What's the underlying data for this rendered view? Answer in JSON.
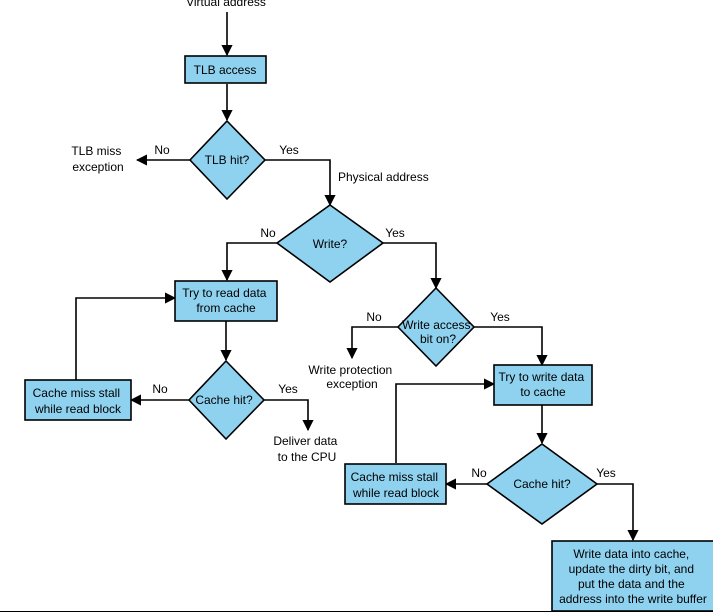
{
  "labels": {
    "virtual_address": "Virtual address",
    "tlb_access": "TLB access",
    "tlb_hit": "TLB hit?",
    "tlb_miss": [
      "TLB miss",
      "exception"
    ],
    "physical_address": "Physical address",
    "write_q": "Write?",
    "read_data": [
      "Try to read data",
      "from cache"
    ],
    "cache_hit_read": "Cache hit?",
    "stall_read": [
      "Cache miss stall",
      "while read block"
    ],
    "deliver": [
      "Deliver data",
      "to the CPU"
    ],
    "write_access": [
      "Write access",
      "bit on?"
    ],
    "write_protection": [
      "Write protection",
      "exception"
    ],
    "write_data": [
      "Try to write data",
      "to cache"
    ],
    "cache_hit_write": "Cache hit?",
    "stall_write": [
      "Cache miss stall",
      "while read block"
    ],
    "write_into": [
      "Write data into cache,",
      "update the dirty bit, and",
      "put the data and the",
      "address into the write buffer"
    ]
  },
  "branches": {
    "no": "No",
    "yes": "Yes"
  },
  "colors": {
    "fill": "#8fd2f0",
    "stroke": "#000000"
  }
}
